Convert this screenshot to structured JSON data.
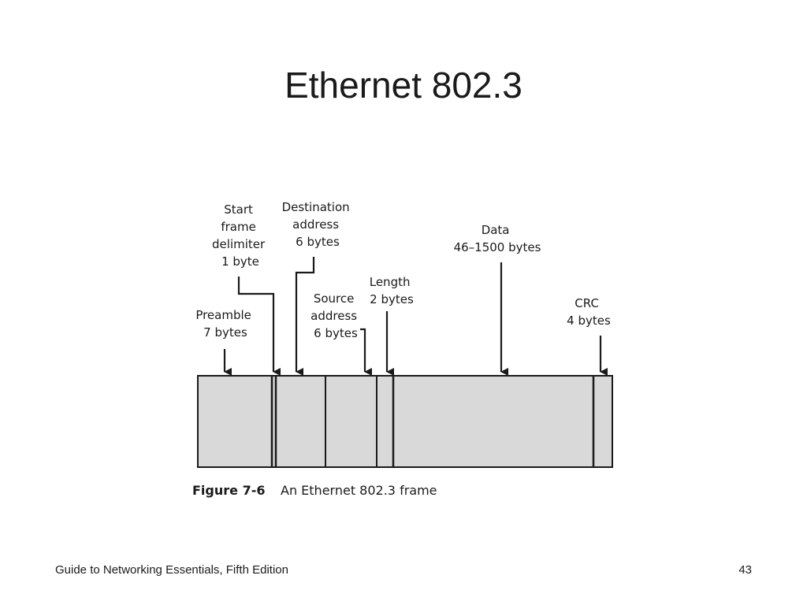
{
  "slide": {
    "title": "Ethernet 802.3",
    "footer_left": "Guide to Networking Essentials, Fifth Edition",
    "page_number": "43"
  },
  "figure": {
    "number": "Figure 7-6",
    "caption": "An Ethernet 802.3 frame"
  },
  "fields": [
    {
      "id": "preamble",
      "lines": [
        "Preamble",
        "7 bytes"
      ]
    },
    {
      "id": "sfd",
      "lines": [
        "Start",
        "frame",
        "delimiter",
        "1 byte"
      ]
    },
    {
      "id": "destination",
      "lines": [
        "Destination",
        "address",
        "6 bytes"
      ]
    },
    {
      "id": "source",
      "lines": [
        "Source",
        "address",
        "6 bytes"
      ]
    },
    {
      "id": "length",
      "lines": [
        "Length",
        "2 bytes"
      ]
    },
    {
      "id": "data",
      "lines": [
        "Data",
        "46–1500 bytes"
      ]
    },
    {
      "id": "crc",
      "lines": [
        "CRC",
        "4 bytes"
      ]
    }
  ],
  "colors": {
    "field_fill": "#d9d9d9",
    "line": "#1a1a1a"
  }
}
